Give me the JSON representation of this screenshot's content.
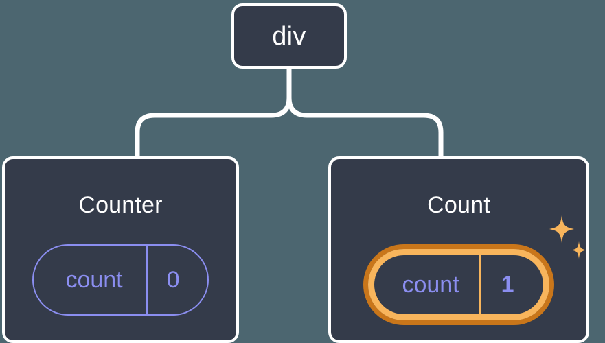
{
  "diagram": {
    "type": "component-tree",
    "background_color": "#4c6670",
    "node_fill_color": "#343b4a",
    "node_border_color": "#ffffff",
    "connector_color": "#ffffff",
    "root": {
      "label": "div"
    },
    "children": [
      {
        "title": "Counter",
        "state": {
          "key": "count",
          "value": "0"
        },
        "highlighted": false,
        "accent_color": "#8b8ef0"
      },
      {
        "title": "Count",
        "state": {
          "key": "count",
          "value": "1"
        },
        "highlighted": true,
        "accent_color": "#8b8ef0",
        "highlight_outer_color": "#c9761a",
        "highlight_inner_color": "#f8b55c",
        "sparkle_color": "#f8b55c",
        "sparkles": [
          {
            "name": "sparkle-large-icon"
          },
          {
            "name": "sparkle-small-icon"
          }
        ]
      }
    ]
  }
}
